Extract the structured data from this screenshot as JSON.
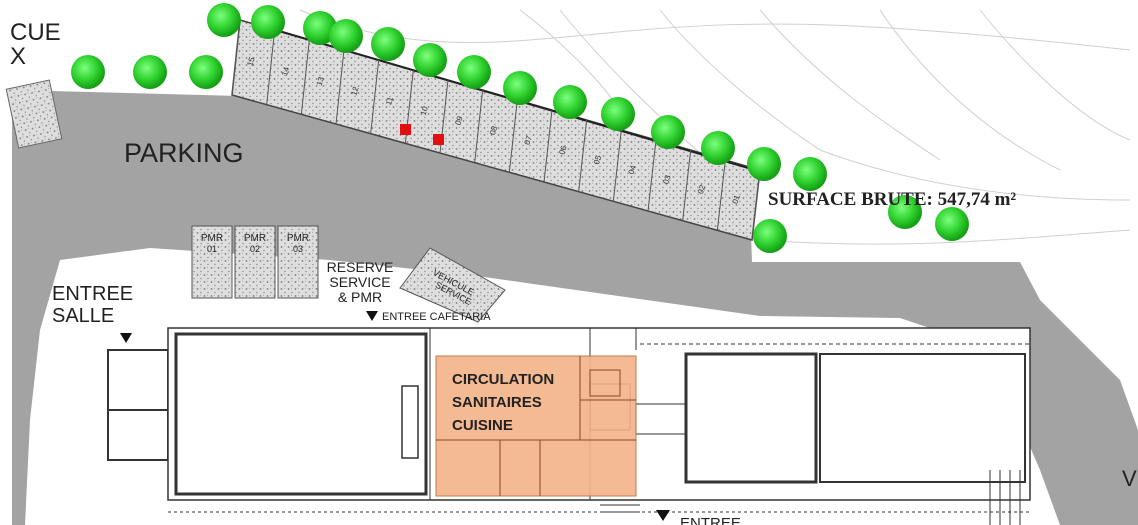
{
  "corner_top_left": [
    "CUE",
    "X"
  ],
  "corner_bottom_right": "V",
  "parking_label": "PARKING",
  "surface_label": "SURFACE BRUTE: 547,74 m²",
  "pmr_spaces": [
    {
      "line1": "PMR",
      "line2": "01"
    },
    {
      "line1": "PMR",
      "line2": "02"
    },
    {
      "line1": "PMR",
      "line2": "03"
    }
  ],
  "reserve_label": [
    "RESERVE",
    "SERVICE",
    "& PMR"
  ],
  "vehicule_label": [
    "VEHICULE",
    "SERVICE"
  ],
  "entree_salle": [
    "ENTREE",
    "SALLE"
  ],
  "entree_cafetaria": "ENTREE CAFETARIA",
  "entree_bottom": "ENTREE",
  "highlight_zone": [
    "CIRCULATION",
    "SANITAIRES",
    "CUISINE"
  ],
  "parking_numbers": [
    "15",
    "14",
    "13",
    "12",
    "11",
    "10",
    "09",
    "08",
    "07",
    "06",
    "05",
    "04",
    "03",
    "02",
    "01"
  ],
  "colors": {
    "road": "#a3a3a3",
    "highlight": "#f3b58a",
    "tree": "#2fd12f",
    "marker": "#e01010"
  }
}
